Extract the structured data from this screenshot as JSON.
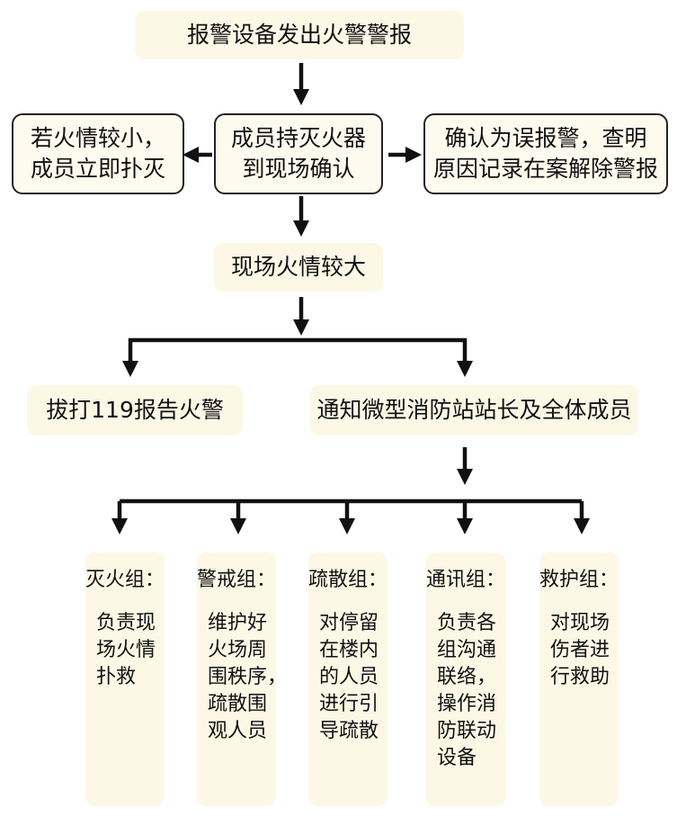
{
  "nodes": {
    "alarm": "报警设备发出火警警报",
    "small_fire": [
      "若火情较小，",
      "成员立即扑灭"
    ],
    "confirm": [
      "成员持灭火器",
      "到现场确认"
    ],
    "false_alarm": [
      "确认为误报警，查明",
      "原因记录在案解除警报"
    ],
    "big_fire": "现场火情较大",
    "dial_119": "拔打119报告火警",
    "notify": "通知微型消防站站长及全体成员"
  },
  "teams": [
    {
      "name": "灭火组：",
      "desc": [
        "负责现",
        "场火情",
        "扑救"
      ]
    },
    {
      "name": "警戒组：",
      "desc": [
        "维护好",
        "火场周",
        "围秩序，",
        "疏散围",
        "观人员"
      ]
    },
    {
      "name": "疏散组：",
      "desc": [
        "对停留",
        "在楼内",
        "的人员",
        "进行引",
        "导疏散"
      ]
    },
    {
      "name": "通讯组：",
      "desc": [
        "负责各",
        "组沟通",
        "联络，",
        "操作消",
        "防联动",
        "设备"
      ]
    },
    {
      "name": "救护组：",
      "desc": [
        "对现场",
        "伤者进",
        "行救助"
      ]
    }
  ],
  "colors": {
    "box_fill": "#fdf8e6",
    "line": "#111111",
    "border": "#222222"
  }
}
